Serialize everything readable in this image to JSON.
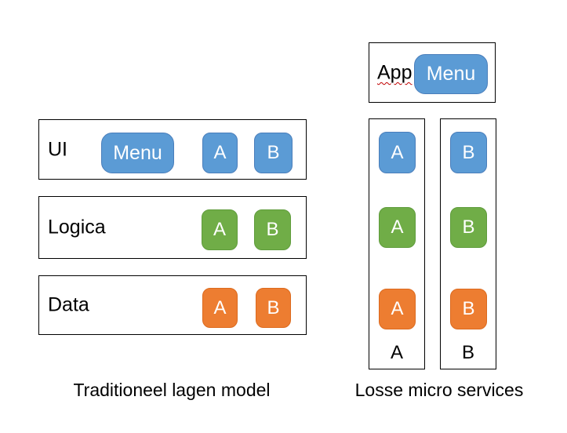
{
  "colors": {
    "background": "#FFFFFF",
    "outline": "#000000",
    "block_text": "#FFFFFF",
    "label_text": "#000000",
    "blue_fill": "#5B9BD5",
    "blue_border": "#4A7EBB",
    "green_fill": "#70AD47",
    "green_border": "#5F9C3C",
    "orange_fill": "#ED7D31",
    "orange_border": "#DC6A1E",
    "spellcheck_underline": "#C00000"
  },
  "left_diagram": {
    "caption": "Traditioneel lagen model",
    "layers": [
      {
        "label": "UI",
        "blocks": [
          {
            "text": "Menu",
            "color": "blue"
          },
          {
            "text": "A",
            "color": "blue"
          },
          {
            "text": "B",
            "color": "blue"
          }
        ]
      },
      {
        "label": "Logica",
        "blocks": [
          {
            "text": "A",
            "color": "green"
          },
          {
            "text": "B",
            "color": "green"
          }
        ]
      },
      {
        "label": "Data",
        "blocks": [
          {
            "text": "A",
            "color": "orange"
          },
          {
            "text": "B",
            "color": "orange"
          }
        ]
      }
    ]
  },
  "right_diagram": {
    "caption": "Losse micro services",
    "app_box": {
      "label": "App",
      "menu_button": "Menu"
    },
    "service_columns": [
      {
        "label": "A",
        "blocks": [
          {
            "text": "A",
            "color": "blue"
          },
          {
            "text": "A",
            "color": "green"
          },
          {
            "text": "A",
            "color": "orange"
          }
        ]
      },
      {
        "label": "B",
        "blocks": [
          {
            "text": "B",
            "color": "blue"
          },
          {
            "text": "B",
            "color": "green"
          },
          {
            "text": "B",
            "color": "orange"
          }
        ]
      }
    ]
  }
}
